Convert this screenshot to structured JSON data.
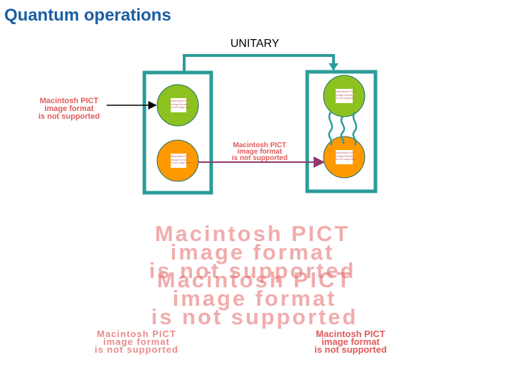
{
  "title": "Quantum operations",
  "unitary_label": "UNITARY",
  "pict_placeholder": {
    "line1": "Macintosh PICT",
    "line2": "image format",
    "line3": "is not supported"
  },
  "colors": {
    "title": "#1a5fa0",
    "box_border": "#2a9c9a",
    "circle_green": "#8cc21f",
    "circle_orange": "#ff9900",
    "connector_line": "#8e3a6e",
    "wavy_lines": "#2a9c9a",
    "placeholder_text": "#e15a5a"
  }
}
